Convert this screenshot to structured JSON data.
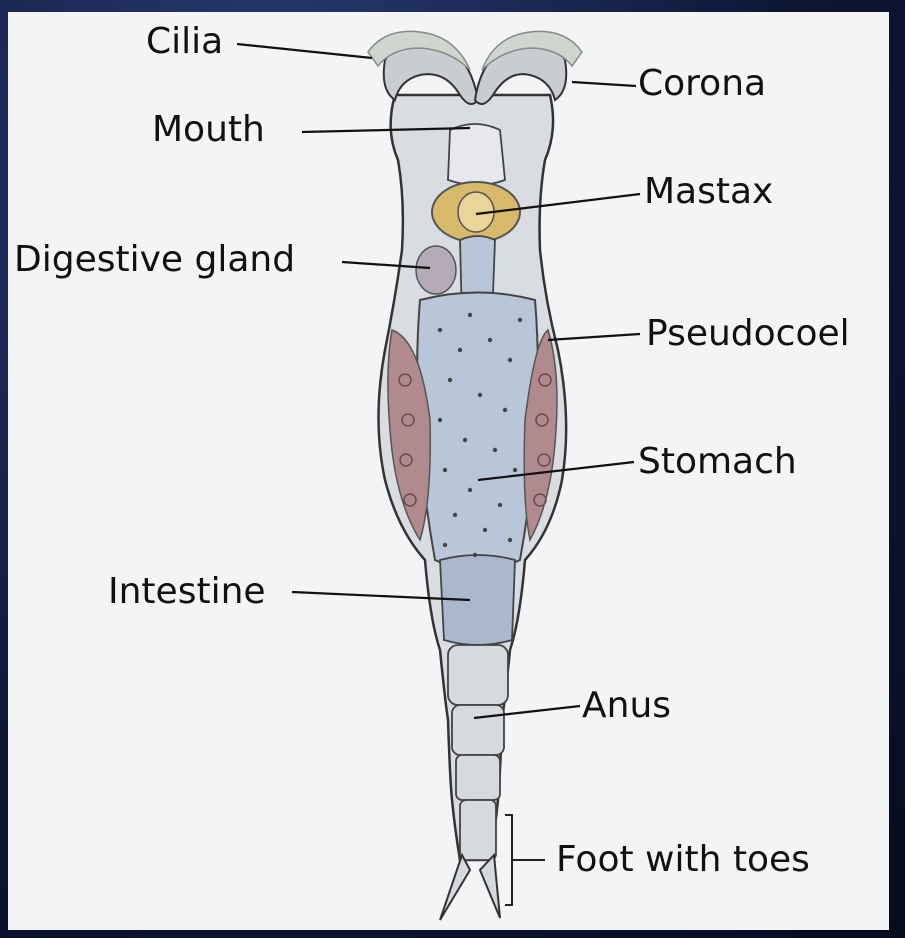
{
  "diagram": {
    "labels": {
      "cilia": "Cilia",
      "corona": "Corona",
      "mouth": "Mouth",
      "mastax": "Mastax",
      "digestive_gland": "Digestive gland",
      "pseudocoel": "Pseudocoel",
      "stomach": "Stomach",
      "intestine": "Intestine",
      "anus": "Anus",
      "foot": "Foot with toes"
    },
    "colors": {
      "body_fill": "#d9dde2",
      "stomach_fill": "#b9c6d8",
      "mastax_fill": "#d8b86a",
      "gland_fill": "#b08a8e",
      "cilia_fill": "#cfd6d0",
      "outline": "#333333"
    }
  }
}
